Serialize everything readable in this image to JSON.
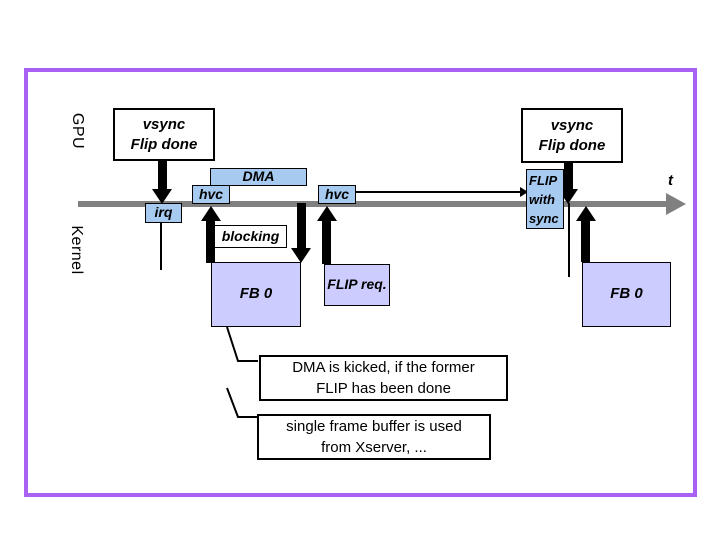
{
  "colors": {
    "frame_border": "#A861F2",
    "timeline_gray": "#808080",
    "process_fill": "#A6CAF0",
    "buffer_fill": "#CCCCFF"
  },
  "lanes": {
    "gpu": "GPU",
    "kernel": "Kernel"
  },
  "timeline": {
    "axis_label": "t"
  },
  "boxes": {
    "vsync_left": {
      "line1": "vsync",
      "line2": "Flip done"
    },
    "vsync_right": {
      "line1": "vsync",
      "line2": "Flip done"
    },
    "dma": {
      "label": "DMA"
    },
    "hvc_first": {
      "label": "hvc"
    },
    "hvc_second": {
      "label": "hvc"
    },
    "irq": {
      "label": "irq"
    },
    "flip_with_sync": {
      "line1": "FLIP",
      "line2": "with",
      "line3": "sync"
    },
    "blocking": {
      "label": "blocking"
    },
    "fb0_left": {
      "label": "FB 0"
    },
    "flip_req": {
      "label": "FLIP req."
    },
    "fb0_right": {
      "label": "FB 0"
    }
  },
  "callouts": {
    "dma_kicked": {
      "line1": "DMA is kicked, if the former",
      "line2": "FLIP has been done"
    },
    "single_fb": {
      "line1": "single frame buffer is used",
      "line2": "from Xserver, ..."
    }
  }
}
